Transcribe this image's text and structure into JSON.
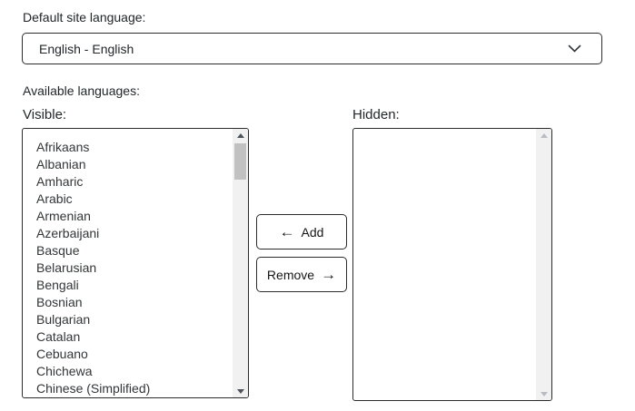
{
  "labels": {
    "default_site_language": "Default site language:",
    "available_languages": "Available languages:"
  },
  "select": {
    "value": "English - English"
  },
  "visible_list": {
    "label": "Visible:",
    "items": [
      "Afrikaans",
      "Albanian",
      "Amharic",
      "Arabic",
      "Armenian",
      "Azerbaijani",
      "Basque",
      "Belarusian",
      "Bengali",
      "Bosnian",
      "Bulgarian",
      "Catalan",
      "Cebuano",
      "Chichewa",
      "Chinese (Simplified)"
    ]
  },
  "hidden_list": {
    "label": "Hidden:",
    "items": []
  },
  "buttons": {
    "add_label": "Add",
    "add_arrow": "←",
    "remove_label": "Remove",
    "remove_arrow": "→"
  },
  "colors": {
    "text": "#21272a",
    "border": "#2b2b2b",
    "scroll_track": "#f1f1f1",
    "scroll_thumb": "#c1c1c1",
    "scroll_arrow": "#4d5358",
    "scroll_arrow_disabled": "#b9bdc1",
    "background": "#ffffff"
  }
}
